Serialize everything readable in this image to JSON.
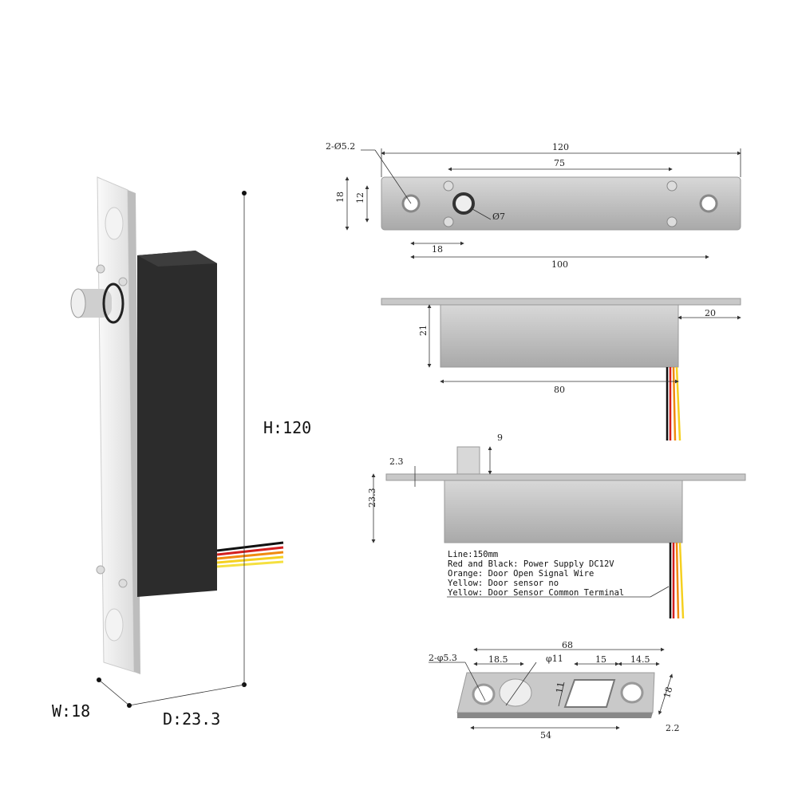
{
  "product_view": {
    "height_label": "H:120",
    "width_label": "W:18",
    "depth_label": "D:23.3"
  },
  "top_view": {
    "hole_label": "2-Ø5.2",
    "length": "120",
    "screw_spacing": "75",
    "plate_width": "18",
    "screw_offset": "12",
    "bolt_diameter": "Ø7",
    "hole_to_bolt": "18",
    "hole_spacing": "100"
  },
  "side_view": {
    "body_height": "21",
    "body_length": "80",
    "plate_overhang": "20"
  },
  "front_view": {
    "bolt_height": "9",
    "plate_thickness": "2.3",
    "total_depth": "23.3",
    "wire_notes": [
      "Line:150mm",
      "Red and Black: Power Supply DC12V",
      "Orange: Door Open Signal Wire",
      "Yellow: Door sensor no",
      "Yellow: Door Sensor Common Terminal"
    ]
  },
  "strike_plate": {
    "length": "68",
    "hole_label": "2-φ5.3",
    "hole_to_center": "18.5",
    "center_hole": "φ11",
    "slot_width": "15",
    "slot_to_end": "14.5",
    "slot_height": "11",
    "plate_width": "18",
    "hole_spacing": "54",
    "thickness": "2.2"
  },
  "wire_colors": [
    "#111111",
    "#d42020",
    "#f08a10",
    "#f5d020",
    "#f5e040"
  ]
}
